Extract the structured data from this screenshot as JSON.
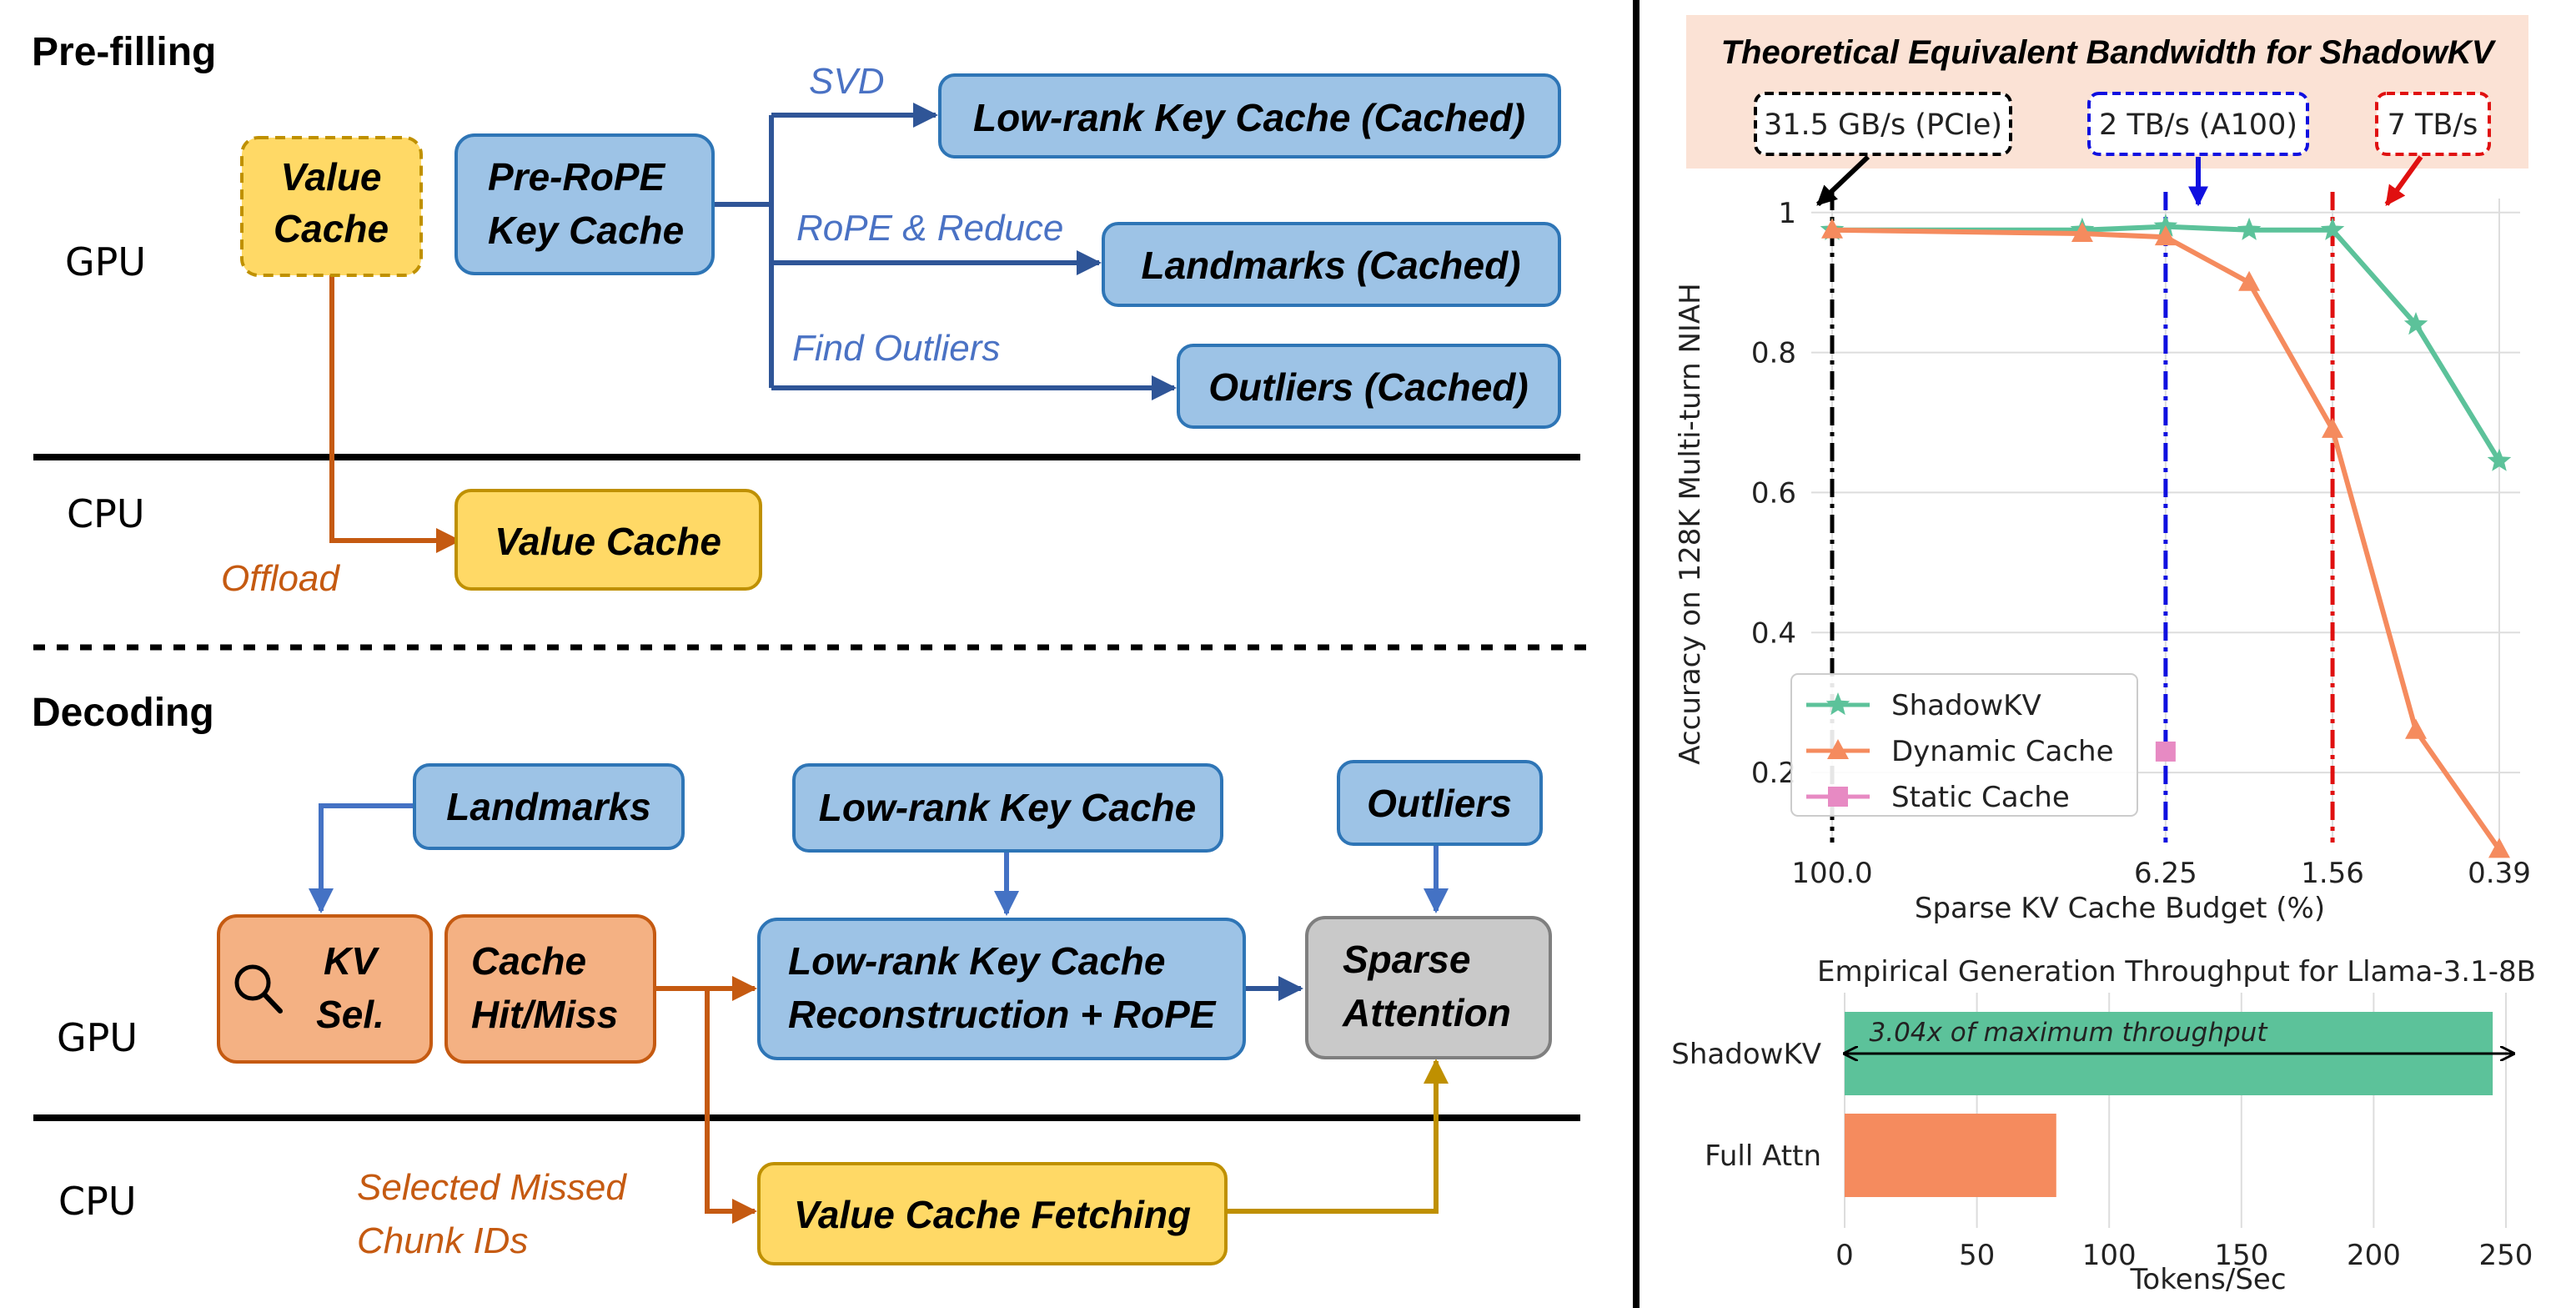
{
  "diagram": {
    "prefill_title": "Pre-filling",
    "decoding_title": "Decoding",
    "gpu_label": "GPU",
    "cpu_label": "CPU",
    "prefill": {
      "value_cache_dashed_line1": "Value",
      "value_cache_dashed_line2": "Cache",
      "pre_rope_line1": "Pre-RoPE",
      "pre_rope_line2": "Key Cache",
      "svd_label": "SVD",
      "rope_reduce_label": "RoPE & Reduce",
      "find_outliers_label": "Find Outliers",
      "low_rank_cached": "Low-rank Key Cache (Cached)",
      "landmarks_cached": "Landmarks (Cached)",
      "outliers_cached": "Outliers (Cached)",
      "value_cache_cpu": "Value Cache",
      "offload_label": "Offload"
    },
    "decoding": {
      "landmarks": "Landmarks",
      "low_rank_key_cache": "Low-rank Key Cache",
      "outliers": "Outliers",
      "kv_sel_line1": "KV",
      "kv_sel_line2": "Sel.",
      "cache_hit_line1": "Cache",
      "cache_hit_line2": "Hit/Miss",
      "reconstruct_line1": "Low-rank Key Cache",
      "reconstruct_line2": "Reconstruction + RoPE",
      "sparse_line1": "Sparse",
      "sparse_line2": "Attention",
      "value_fetch": "Value Cache Fetching",
      "missed_line1": "Selected Missed",
      "missed_line2": "Chunk IDs"
    }
  },
  "bandwidth_banner": {
    "title": "Theoretical Equivalent Bandwidth for ShadowKV",
    "boxes": [
      {
        "label": "31.5 GB/s (PCIe)",
        "color": "#000000"
      },
      {
        "label": "2 TB/s (A100)",
        "color": "#1010e0"
      },
      {
        "label": "7 TB/s",
        "color": "#e01010"
      }
    ]
  },
  "chart_data": [
    {
      "type": "line",
      "xlabel": "Sparse KV Cache Budget (%)",
      "ylabel": "Accuracy on 128K Multi-turn NIAH",
      "x_tick_labels": [
        "100.0",
        "6.25",
        "1.56",
        "0.39"
      ],
      "y_tick_labels": [
        "0.2",
        "0.4",
        "0.6",
        "0.8",
        "1"
      ],
      "ylim": [
        0.1,
        1.02
      ],
      "x_scale": "log2 (reversed)",
      "grid": true,
      "legend_position": "bottom-left",
      "vertical_lines": [
        {
          "x": 100.0,
          "color": "#000000"
        },
        {
          "x": 6.25,
          "color": "#1010e0"
        },
        {
          "x": 1.56,
          "color": "#e01010"
        }
      ],
      "series": [
        {
          "name": "ShadowKV",
          "color": "#5cc29a",
          "marker": "star",
          "x": [
            100.0,
            12.5,
            6.25,
            3.12,
            1.56,
            0.78,
            0.39
          ],
          "y": [
            0.975,
            0.975,
            0.98,
            0.975,
            0.975,
            0.84,
            0.645
          ]
        },
        {
          "name": "Dynamic Cache",
          "color": "#f58b5e",
          "marker": "triangle",
          "x": [
            100.0,
            12.5,
            6.25,
            3.12,
            1.56,
            0.78,
            0.39
          ],
          "y": [
            0.975,
            0.97,
            0.965,
            0.9,
            0.69,
            0.26,
            0.09
          ]
        },
        {
          "name": "Static Cache",
          "color": "#e78ac3",
          "marker": "square",
          "x": [
            6.25
          ],
          "y": [
            0.23
          ]
        }
      ]
    },
    {
      "type": "bar",
      "orientation": "horizontal",
      "title": "Empirical Generation Throughput for Llama-3.1-8B",
      "xlabel": "Tokens/Sec",
      "categories": [
        "ShadowKV",
        "Full Attn"
      ],
      "values": [
        245,
        80
      ],
      "colors": [
        "#5cc29a",
        "#f58b5e"
      ],
      "xlim": [
        0,
        250
      ],
      "x_tick_labels": [
        "0",
        "50",
        "100",
        "150",
        "200",
        "250"
      ],
      "annotation": "3.04x of maximum throughput"
    }
  ]
}
